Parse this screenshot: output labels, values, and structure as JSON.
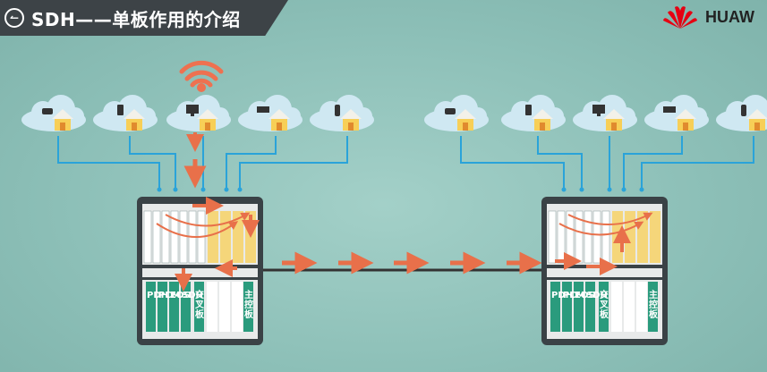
{
  "header": {
    "title": "SDH——单板作用的介绍",
    "back_icon": "back-arrow-icon"
  },
  "logo": {
    "text": "HUAW",
    "color": "#e60012"
  },
  "colors": {
    "background": "#8fc1b9",
    "arrow": "#e8704a",
    "line": "#2aa3d9",
    "card_green": "#2a9b7d",
    "card_yellow": "#f5d67a",
    "rack": "#3a4246"
  },
  "left_rack": {
    "cards": [
      "PDH",
      "PCM",
      "EOS",
      "SDH",
      "交叉板",
      "主控板"
    ]
  },
  "right_rack": {
    "cards": [
      "PDH",
      "PCM",
      "EOS",
      "SDH",
      "交叉板",
      "主控板"
    ]
  },
  "left_devices": [
    "telephone-icon",
    "mobile-phone-icon",
    "monitor-icon",
    "camera-icon",
    "handset-icon"
  ],
  "right_devices": [
    "telephone-icon",
    "mobile-phone-icon",
    "monitor-icon",
    "camera-icon",
    "handset-icon"
  ]
}
